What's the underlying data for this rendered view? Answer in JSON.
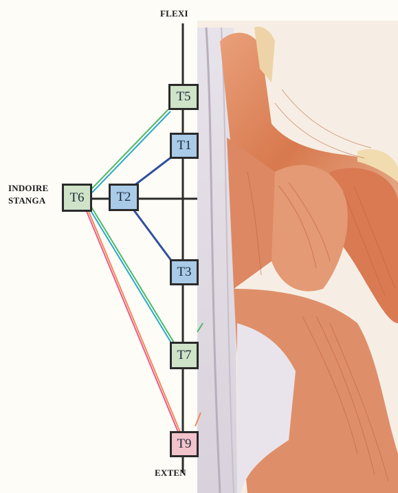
{
  "labels": {
    "top": "FLEXI",
    "bottom": "EXTEN",
    "left_line1": "INDOIRE",
    "left_line2": "STANGA"
  },
  "nodes": {
    "t5": "T5",
    "t1": "T1",
    "t6": "T6",
    "t2": "T2",
    "t3": "T3",
    "t7": "T7",
    "t9": "T9"
  },
  "colors": {
    "green_node": "#cfe3c8",
    "blue_node": "#a9cbe8",
    "pink_node": "#f3c3cc",
    "line_dark": "#2b2b2b",
    "line_blue": "#2f4f9f",
    "line_green": "#4cb86a",
    "line_cyan": "#2aa8c8",
    "line_orange": "#f08a5a",
    "line_pink": "#ea5a8a"
  }
}
